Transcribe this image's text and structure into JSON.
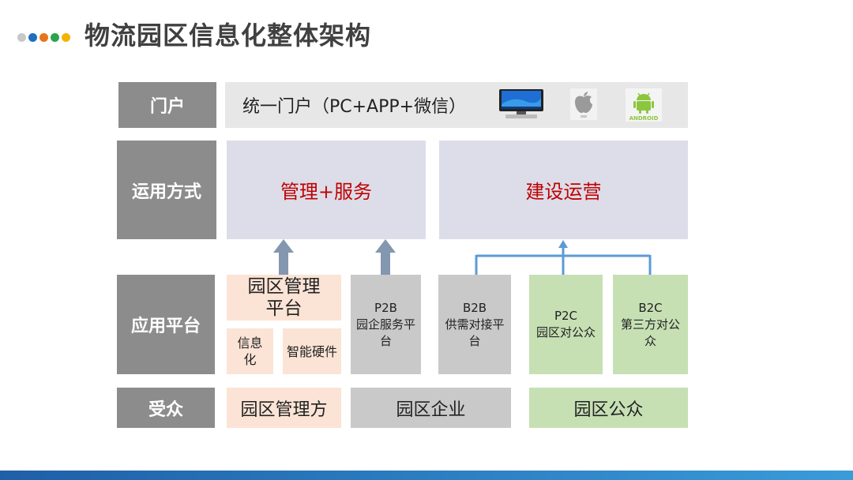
{
  "title": "物流园区信息化整体架构",
  "header_dots": [
    "#c8c8c8",
    "#1f6fbf",
    "#e8731a",
    "#2ea34a",
    "#f2b400"
  ],
  "rows": {
    "portal": "门户",
    "method": "运用方式",
    "platform": "应用平台",
    "audience": "受众"
  },
  "portal": {
    "text": "统一门户（PC+APP+微信）",
    "icons": [
      "desktop-computer-icon",
      "apple-icon",
      "android-icon"
    ],
    "android_text": "ANDROID"
  },
  "method": {
    "left": "管理+服务",
    "right": "建设运营"
  },
  "platforms": {
    "park": "园区管理平台",
    "info": "信息化",
    "hardware": "智能硬件",
    "p2b_code": "P2B",
    "p2b_desc": "园企服务平台",
    "b2b_code": "B2B",
    "b2b_desc": "供需对接平台",
    "p2c_code": "P2C",
    "p2c_desc": "园区对公众",
    "b2c_code": "B2C",
    "b2c_desc": "第三方对公众"
  },
  "audience": {
    "manager": "园区管理方",
    "enterprise": "园区企业",
    "public": "园区公众"
  },
  "colors": {
    "label_gray": "#8c8c8c",
    "pink": "#fbe4d5",
    "gray": "#c9c9c9",
    "green": "#c6e0b4",
    "lilac": "#dcdde8",
    "red_text": "#c00000",
    "arrow_gray": "#8497b0",
    "connector_blue": "#5b9bd5"
  }
}
